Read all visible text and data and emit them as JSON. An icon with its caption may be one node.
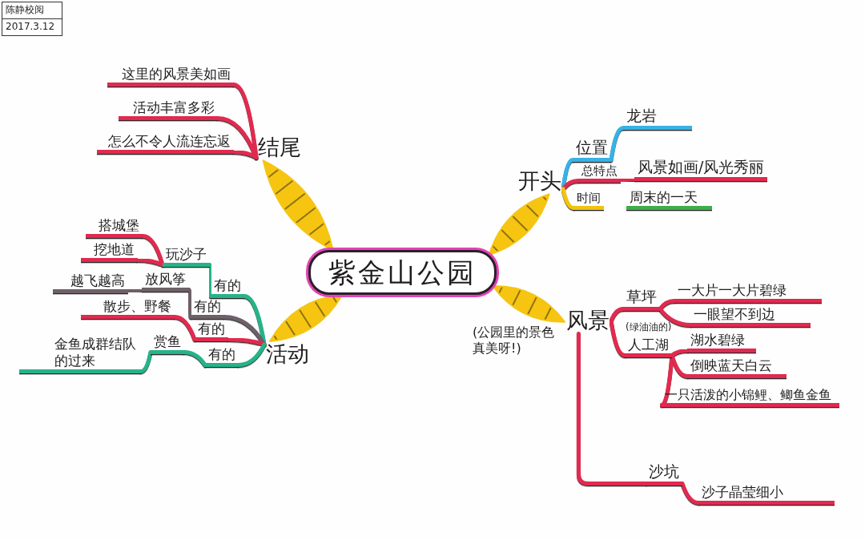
{
  "diagram": {
    "nodes": [
      {
        "text": [
          "紫金山公园"
        ]
      },
      {
        "text": [
          "结尾"
        ]
      },
      {
        "text": [
          "这里的风景美如画"
        ]
      },
      {
        "text": [
          "活动丰富多彩"
        ]
      },
      {
        "text": [
          "怎么不令人流连忘返"
        ]
      },
      {
        "text": [
          "活动"
        ]
      },
      {
        "text": [
          "有的"
        ]
      },
      {
        "text": [
          "玩沙子"
        ]
      },
      {
        "text": [
          "搭城堡"
        ]
      },
      {
        "text": [
          "挖地道"
        ]
      },
      {
        "text": [
          "有的"
        ]
      },
      {
        "text": [
          "放风筝"
        ]
      },
      {
        "text": [
          "越飞越高"
        ]
      },
      {
        "text": [
          "有的"
        ]
      },
      {
        "text": [
          "散步、野餐"
        ]
      },
      {
        "text": [
          "有的"
        ]
      },
      {
        "text": [
          "赏鱼"
        ]
      },
      {
        "text": [
          "金鱼成群结队的过来"
        ]
      },
      {
        "text": [
          "开头"
        ]
      },
      {
        "text": [
          "位置"
        ]
      },
      {
        "text": [
          "龙岩"
        ]
      },
      {
        "text": [
          "总特点"
        ]
      },
      {
        "text": [
          "风景如画/风光秀丽"
        ]
      },
      {
        "text": [
          "时间"
        ]
      },
      {
        "text": [
          "周末的一天"
        ]
      },
      {
        "text": [
          "风景"
        ],
        "beside": [
          "(公园里的景色真美呀!)"
        ]
      },
      {
        "text": [
          "草坪"
        ]
      },
      {
        "text": [
          "一大片一大片碧绿"
        ]
      },
      {
        "text": [
          "一眼望不到边"
        ]
      },
      {
        "text": [
          "人工湖"
        ]
      },
      {
        "text": [
          "湖水碧绿"
        ]
      },
      {
        "text": [
          "倒映蓝天白云"
        ]
      },
      {
        "text": [
          "一只活泼的小锦鲤、鲫鱼金鱼"
        ]
      },
      {
        "text": [
          "沙坑"
        ]
      },
      {
        "text": [
          "沙子晶莹细小"
        ]
      }
    ],
    "edges": [
      {
        "from": 0,
        "to": 1,
        "arrow": "none",
        "style": "thick",
        "color": "#f6c512"
      },
      {
        "from": 1,
        "to": 2,
        "arrow": "none"
      },
      {
        "from": 1,
        "to": 3,
        "arrow": "none"
      },
      {
        "from": 1,
        "to": 4,
        "arrow": "none"
      },
      {
        "from": 0,
        "to": 5,
        "arrow": "none",
        "style": "thick",
        "color": "#f6c512"
      },
      {
        "from": 5,
        "to": 6,
        "arrow": "none",
        "color": "#27b38a"
      },
      {
        "from": 6,
        "to": 7,
        "arrow": "none",
        "color": "#27b38a"
      },
      {
        "from": 7,
        "to": 8,
        "arrow": "none"
      },
      {
        "from": 7,
        "to": 9,
        "arrow": "none"
      },
      {
        "from": 5,
        "to": 10,
        "arrow": "none",
        "color": "#6e6168"
      },
      {
        "from": 10,
        "to": 11,
        "arrow": "none",
        "color": "#6e6168"
      },
      {
        "from": 11,
        "to": 12,
        "arrow": "none",
        "color": "#6e6168"
      },
      {
        "from": 5,
        "to": 13,
        "arrow": "none"
      },
      {
        "from": 13,
        "to": 14,
        "arrow": "none"
      },
      {
        "from": 5,
        "to": 15,
        "arrow": "none",
        "color": "#27b38a"
      },
      {
        "from": 15,
        "to": 16,
        "arrow": "none",
        "color": "#27b38a"
      },
      {
        "from": 16,
        "to": 17,
        "arrow": "none",
        "color": "#27b38a"
      },
      {
        "from": 0,
        "to": 18,
        "arrow": "none",
        "style": "thick",
        "color": "#f6c512"
      },
      {
        "from": 18,
        "to": 19,
        "arrow": "none",
        "color": "#37b2e6"
      },
      {
        "from": 19,
        "to": 20,
        "arrow": "none",
        "color": "#37b2e6"
      },
      {
        "from": 18,
        "to": 21,
        "arrow": "none"
      },
      {
        "from": 21,
        "to": 22,
        "arrow": "none"
      },
      {
        "from": 18,
        "to": 23,
        "arrow": "none",
        "color": "#f1c40f"
      },
      {
        "from": 23,
        "to": 24,
        "arrow": "none",
        "color": "#3fae49"
      },
      {
        "from": 0,
        "to": 25,
        "arrow": "none",
        "style": "thick",
        "color": "#f6c512"
      },
      {
        "from": 25,
        "to": 26,
        "arrow": "none"
      },
      {
        "from": 26,
        "to": 27,
        "arrow": "none"
      },
      {
        "from": 26,
        "to": 28,
        "arrow": "none"
      },
      {
        "from": 25,
        "to": 29,
        "arrow": "none"
      },
      {
        "from": 29,
        "to": 30,
        "arrow": "none"
      },
      {
        "from": 29,
        "to": 31,
        "arrow": "none"
      },
      {
        "from": 29,
        "to": 32,
        "arrow": "none"
      },
      {
        "from": 25,
        "to": 33,
        "arrow": "none"
      },
      {
        "from": 33,
        "to": 34,
        "arrow": "none"
      }
    ],
    "labels": [
      "陈静校阅",
      "2017.3.12",
      "(绿油油的)"
    ]
  }
}
